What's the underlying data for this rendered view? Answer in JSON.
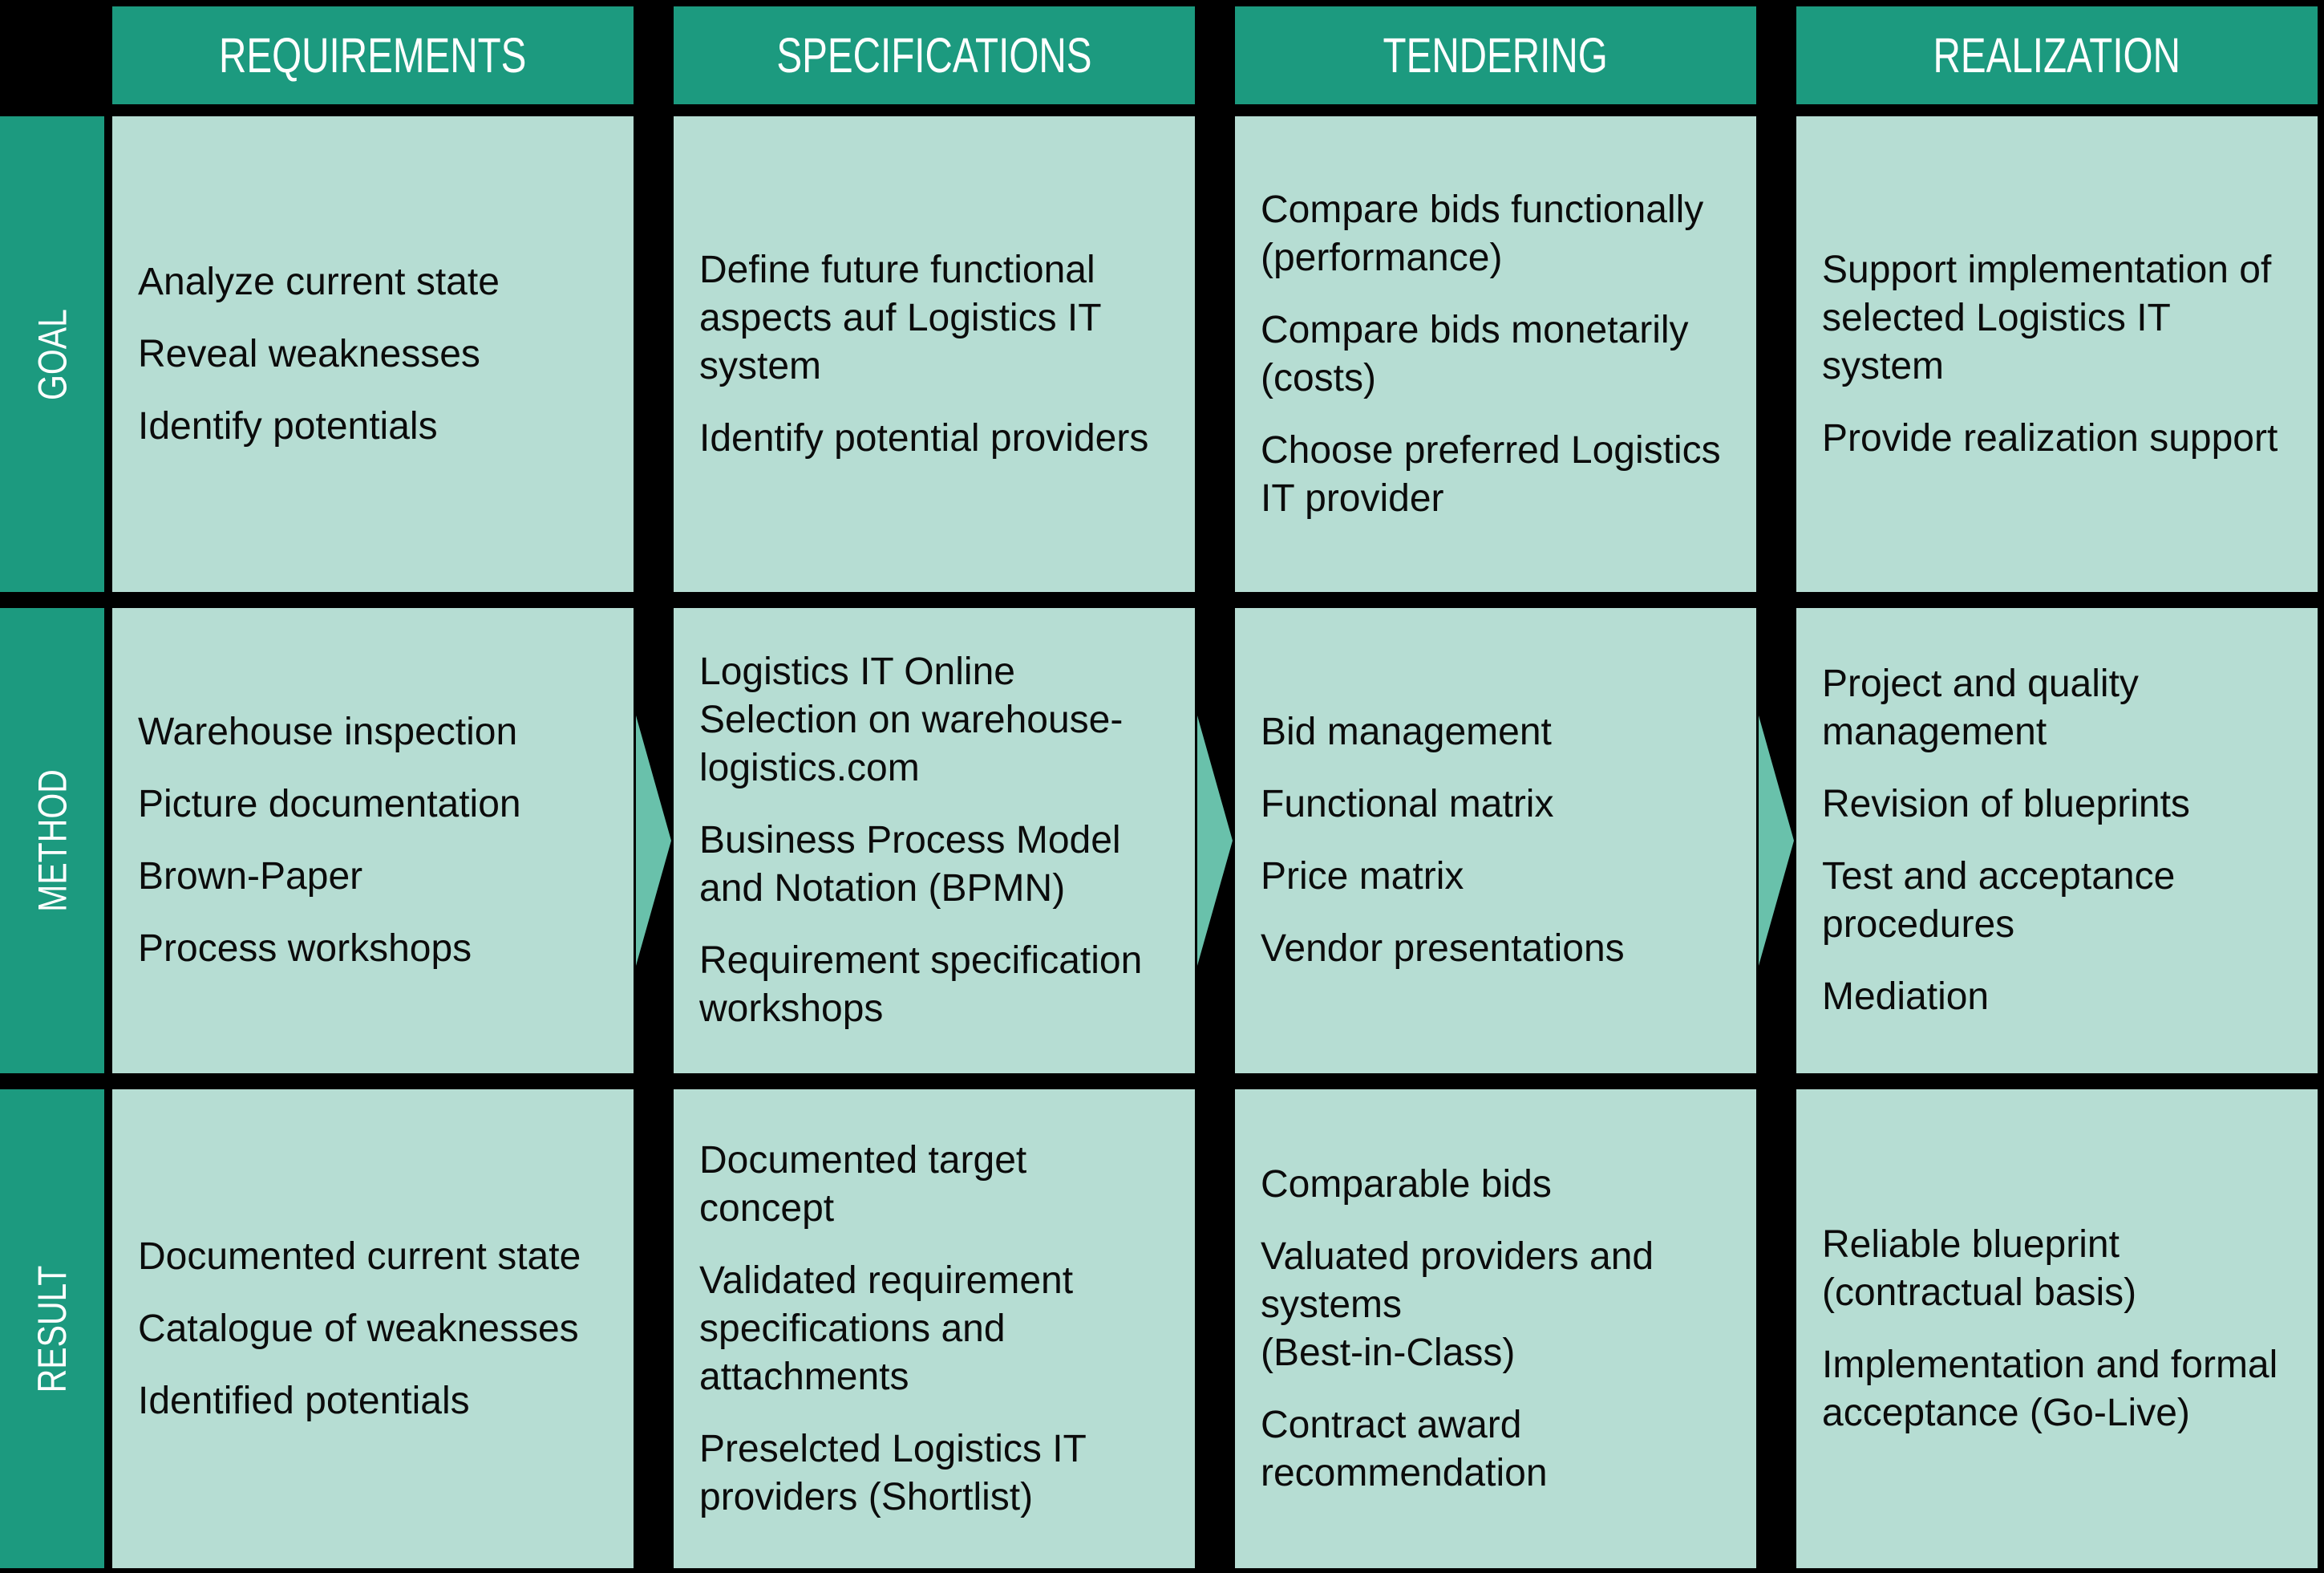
{
  "colors": {
    "header_teal": "#1c9a7f",
    "cell_background": "#b6ddd3",
    "arrow_teal": "#69c1ab",
    "background": "#000000",
    "header_text": "#ffffff",
    "cell_text": "#0b0b0b"
  },
  "matrix": {
    "column_headers": [
      "REQUIREMENTS",
      "SPECIFICATIONS",
      "TENDERING",
      "REALIZATION"
    ],
    "row_headers": [
      "GOAL",
      "METHOD",
      "RESULT"
    ],
    "rows": [
      {
        "label": "GOAL",
        "cells": [
          {
            "column": "REQUIREMENTS",
            "items": [
              "Analyze current state",
              "Reveal weaknesses",
              "Identify potentials"
            ]
          },
          {
            "column": "SPECIFICATIONS",
            "items": [
              "Define future functional aspects auf Logistics IT system",
              "Identify potential providers"
            ]
          },
          {
            "column": "TENDERING",
            "items": [
              "Compare bids functionally (performance)",
              "Compare bids monetarily (costs)",
              "Choose preferred Logistics IT provider"
            ]
          },
          {
            "column": "REALIZATION",
            "items": [
              "Support implementation of selected Logistics IT system",
              "Provide realization support"
            ]
          }
        ]
      },
      {
        "label": "METHOD",
        "cells": [
          {
            "column": "REQUIREMENTS",
            "items": [
              "Warehouse inspection",
              "Picture documentation",
              "Brown-Paper",
              "Process workshops"
            ]
          },
          {
            "column": "SPECIFICATIONS",
            "items": [
              "Logistics IT Online Selection on warehouse-logistics.com",
              "Business Process Model and Notation (BPMN)",
              "Requirement specification workshops"
            ]
          },
          {
            "column": "TENDERING",
            "items": [
              "Bid management",
              "Functional matrix",
              "Price matrix",
              "Vendor presentations"
            ]
          },
          {
            "column": "REALIZATION",
            "items": [
              "Project and quality management",
              "Revision of blueprints",
              "Test and acceptance procedures",
              "Mediation"
            ]
          }
        ]
      },
      {
        "label": "RESULT",
        "cells": [
          {
            "column": "REQUIREMENTS",
            "items": [
              "Documented current state",
              "Catalogue of weaknesses",
              "Identified potentials"
            ]
          },
          {
            "column": "SPECIFICATIONS",
            "items": [
              "Documented target concept",
              "Validated requirement specifications and attachments",
              "Preselcted Logistics IT providers (Shortlist)"
            ]
          },
          {
            "column": "TENDERING",
            "items": [
              "Comparable bids",
              "Valuated providers and systems\n(Best-in-Class)",
              "Contract award recommendation"
            ]
          },
          {
            "column": "REALIZATION",
            "items": [
              "Reliable blueprint (contractual basis)",
              "Implementation and formal acceptance (Go-Live)"
            ]
          }
        ]
      }
    ]
  }
}
